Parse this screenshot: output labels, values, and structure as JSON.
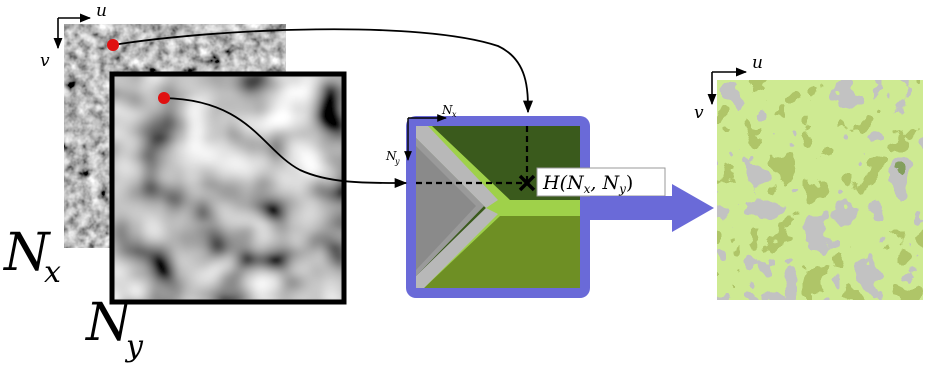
{
  "labels": {
    "nx_big": "N",
    "nx_sub": "x",
    "ny_big": "N",
    "ny_sub": "y",
    "u_left": "u",
    "v_left": "v",
    "u_right": "u",
    "v_right": "v",
    "axis_nx": "N",
    "axis_nx_sub": "x",
    "axis_ny": "N",
    "axis_ny_sub": "y",
    "h_label": "H(N",
    "h_sub_x": "x",
    "h_mid": ", N",
    "h_sub_y": "y",
    "h_close": ")"
  },
  "colors": {
    "border_blue": "#6a6ad8",
    "dark_green": "#3a5a1c",
    "mid_green": "#6e8f24",
    "light_green": "#9fd14a",
    "gray_region": "#8a8a8a",
    "light_gray": "#b8b8b8",
    "sample_red": "#e01010",
    "ink": "#000000"
  },
  "icons": {
    "sample_point": "red-dot",
    "lookup_marker": "x-cross-icon",
    "output_arrow": "arrow-right-icon"
  }
}
